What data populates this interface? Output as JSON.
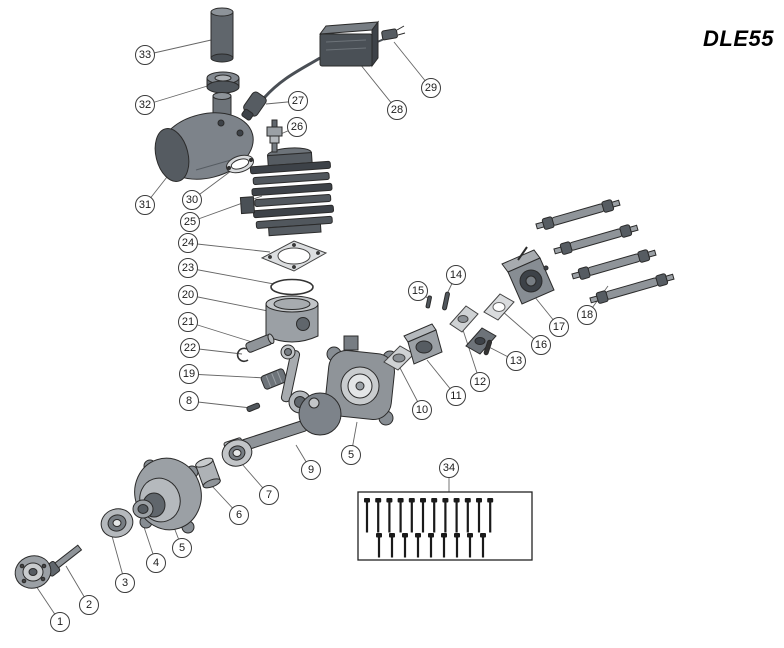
{
  "title": "DLE55",
  "callouts": [
    {
      "label": "33"
    },
    {
      "label": "32"
    },
    {
      "label": "31"
    },
    {
      "label": "30"
    },
    {
      "label": "25"
    },
    {
      "label": "24"
    },
    {
      "label": "23"
    },
    {
      "label": "20"
    },
    {
      "label": "21"
    },
    {
      "label": "22"
    },
    {
      "label": "19"
    },
    {
      "label": "8"
    },
    {
      "label": "27"
    },
    {
      "label": "26"
    },
    {
      "label": "28"
    },
    {
      "label": "29"
    },
    {
      "label": "9"
    },
    {
      "label": "5"
    },
    {
      "label": "10"
    },
    {
      "label": "11"
    },
    {
      "label": "12"
    },
    {
      "label": "13"
    },
    {
      "label": "14"
    },
    {
      "label": "15"
    },
    {
      "label": "16"
    },
    {
      "label": "17"
    },
    {
      "label": "18"
    },
    {
      "label": "34"
    },
    {
      "label": "1"
    },
    {
      "label": "2"
    },
    {
      "label": "3"
    },
    {
      "label": "4"
    },
    {
      "label": "5"
    },
    {
      "label": "6"
    },
    {
      "label": "7"
    }
  ],
  "hardware_box": {
    "long_screws": 12,
    "short_screws": 9
  }
}
